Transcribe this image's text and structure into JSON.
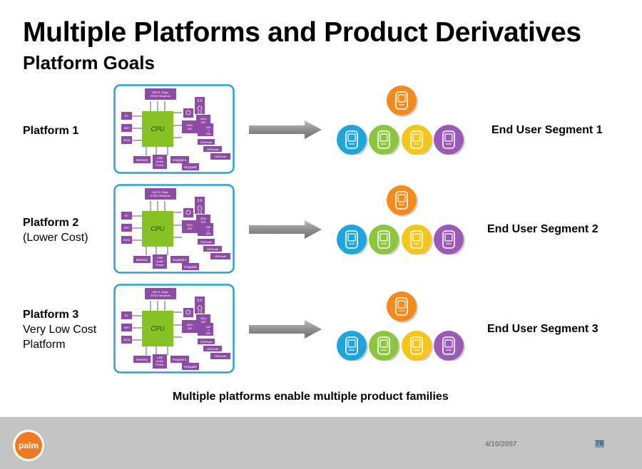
{
  "slide": {
    "title": "Multiple Platforms and Product Derivatives",
    "subtitle": "Platform Goals",
    "caption": "Multiple platforms enable multiple product families"
  },
  "platforms": [
    {
      "name": "Platform 1",
      "detail": "",
      "segment": "End User Segment 1"
    },
    {
      "name": "Platform 2",
      "detail": "(Lower Cost)",
      "segment": "End User Segment 2"
    },
    {
      "name": "Platform 3",
      "detail": "Very Low Cost Platform",
      "segment": "End User Segment 3"
    }
  ],
  "board_labels": {
    "modem": "UMTS, Edge, EVDO Modems",
    "cpu": "CPU",
    "bt": "BT",
    "wifi": "WiFi",
    "irda": "IRDA",
    "memory": "Memory",
    "usb": "USB Audio Power",
    "keypad1": "Keypad-1",
    "keypad2": "Keypad2",
    "cam1": "2.0",
    "cam2": "1.3",
    "res1": "320x 320",
    "res2": "320x 320",
    "res3": "240 x 320",
    "bat1": "1200mah",
    "bat2": "1600mah",
    "bat3": "1800mah"
  },
  "footer": {
    "logo_text": "palm",
    "date": "4/10/2007",
    "page": "76"
  },
  "colors": {
    "board_border": "#2b9fd6",
    "chip": "#8e4ba6",
    "cpu": "#86c226",
    "device_orange": "#f28a1c",
    "device_blue": "#1fa5dc",
    "device_green": "#8cc63f",
    "device_yellow": "#f5c518",
    "device_purple": "#9b5ab6",
    "footer": "#c4c4c4",
    "logo": "#f07a22"
  }
}
